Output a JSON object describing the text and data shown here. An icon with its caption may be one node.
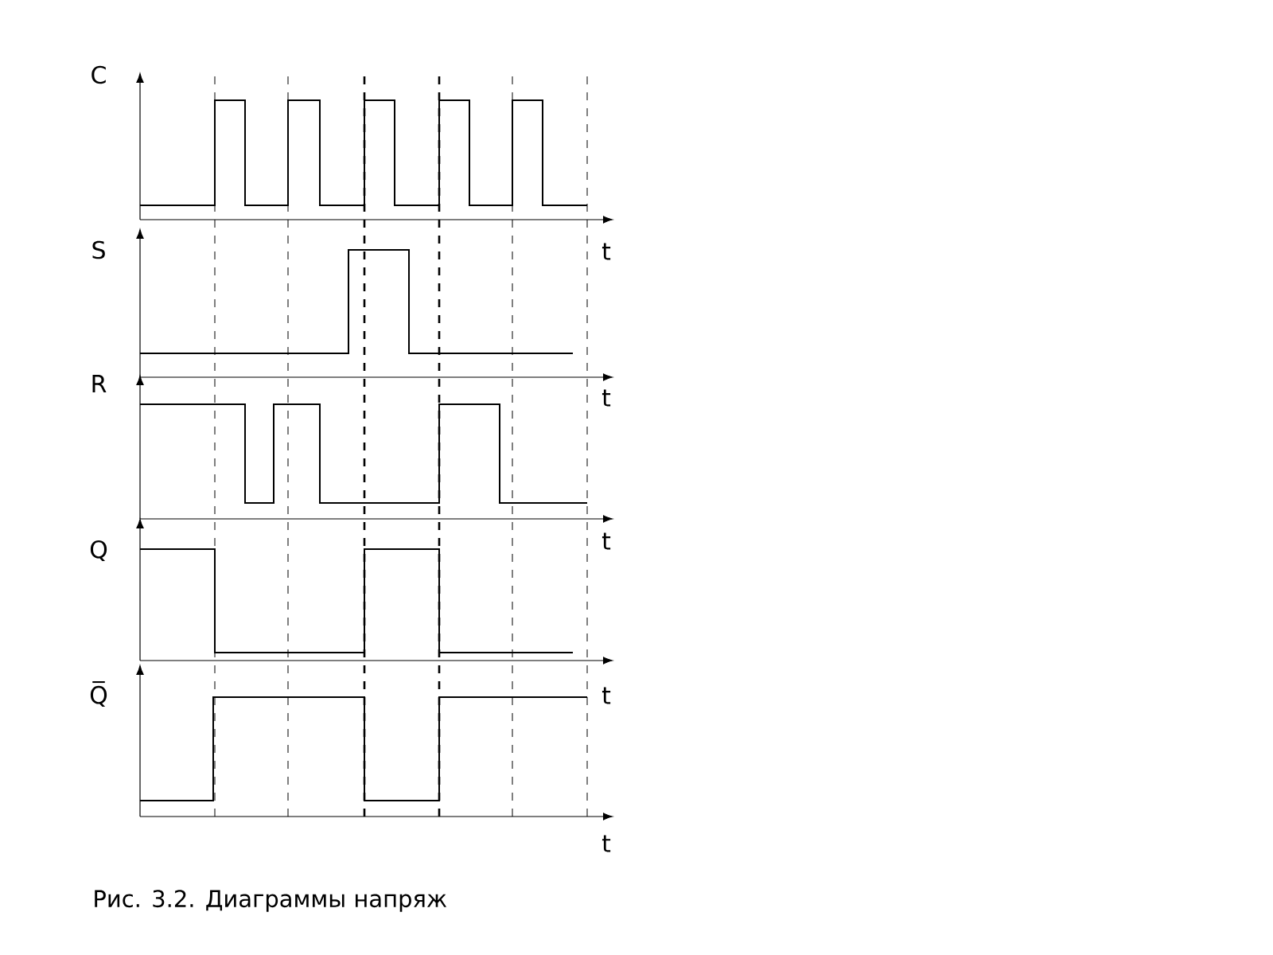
{
  "diagram": {
    "caption": "Рис. 3.2. Диаграммы напряж",
    "labels": [
      "C",
      "S",
      "t",
      "R",
      "t",
      "Q",
      "t",
      "Q̅",
      "t",
      "t"
    ]
  }
}
